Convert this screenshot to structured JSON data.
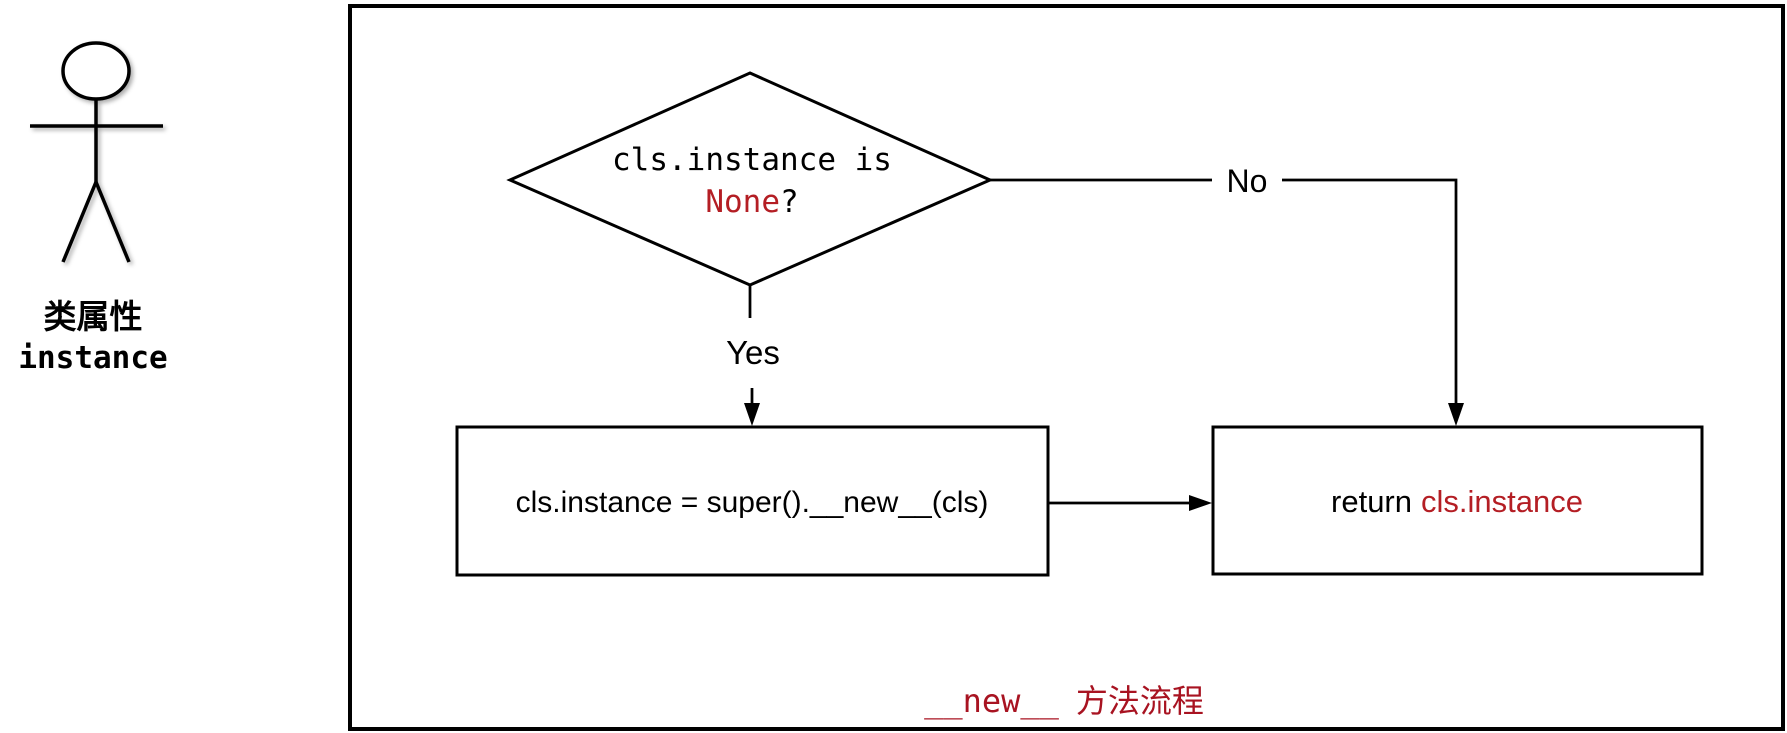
{
  "colors": {
    "ink": "#000000",
    "accent_red": "#b41e24",
    "caption_red": "#a81321"
  },
  "actor": {
    "label_line1": "类属性",
    "label_line2": "instance"
  },
  "flowchart": {
    "decision": {
      "line1": "cls.instance is",
      "highlight": "None",
      "suffix": "?"
    },
    "yes_label": "Yes",
    "no_label": "No",
    "assign_box": {
      "text": "cls.instance = super().__new__(cls)"
    },
    "return_box": {
      "keyword": "return",
      "value": "cls.instance"
    },
    "caption": {
      "code": "__new__",
      "label": "方法流程"
    }
  }
}
